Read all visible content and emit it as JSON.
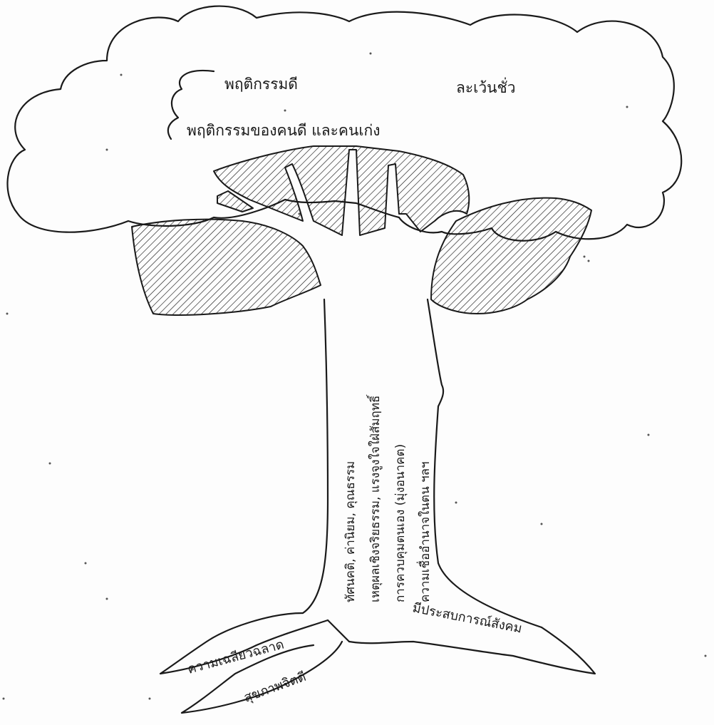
{
  "crown": {
    "label_good_behavior": "พฤติกรรมดี",
    "label_avoid_bad": "ละเว้นชั่ว",
    "label_good_and_smart_behavior": "พฤติกรรมของคนดี และคนเก่ง"
  },
  "trunk": {
    "line_1": "ทัศนคติ, ค่านิยม, คุณธรรม",
    "line_2": "เหตุผลเชิงจริยธรรม, แรงจูงใจใฝ่สัมฤทธิ์",
    "line_3": "การควบคุมตนเอง (มุ่งอนาคต)",
    "line_4": "ความเชื่ออำนาจในตน  ฯลฯ"
  },
  "roots": {
    "intelligence": "ความเฉลียวฉลาด",
    "mental_health": "สุขภาพจิตดี",
    "social_experience": "มีประสบการณ์สังคม"
  },
  "colors": {
    "ink": "#1a1a1a",
    "paper": "#fdfdfd"
  }
}
